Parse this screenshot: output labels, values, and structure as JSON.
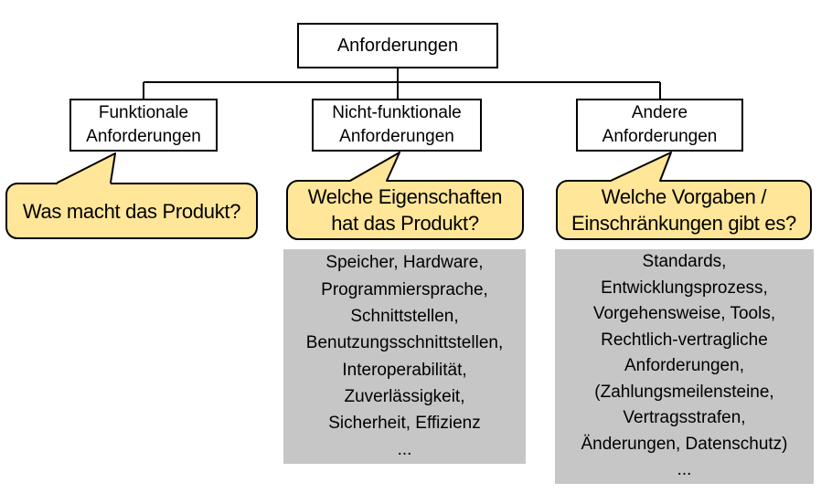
{
  "colors": {
    "bubble_fill": "#FFE699",
    "details_fill": "#C6C6C6",
    "node_fill": "#FFFFFF",
    "line_color": "#000000"
  },
  "tree": {
    "root": {
      "label": "Anforderungen"
    },
    "children": [
      {
        "id": "funktionale",
        "label": "Funktionale\nAnforderungen",
        "question": "Was macht das Produkt?",
        "details": ""
      },
      {
        "id": "nicht-funktionale",
        "label": "Nicht-funktionale\nAnforderungen",
        "question": "Welche Eigenschaften\nhat das Produkt?",
        "details": "Speicher, Hardware,\nProgrammiersprache,\nSchnittstellen,\nBenutzungsschnittstellen,\nInteroperabilität,\nZuverlässigkeit,\nSicherheit, Effizienz\n..."
      },
      {
        "id": "andere",
        "label": "Andere\nAnforderungen",
        "question": "Welche Vorgaben /\nEinschränkungen gibt es?",
        "details": "Standards,\nEntwicklungsprozess,\nVorgehensweise, Tools,\nRechtlich-vertragliche\nAnforderungen,\n(Zahlungsmeilensteine,\nVertragsstrafen,\nÄnderungen, Datenschutz)\n..."
      }
    ]
  }
}
